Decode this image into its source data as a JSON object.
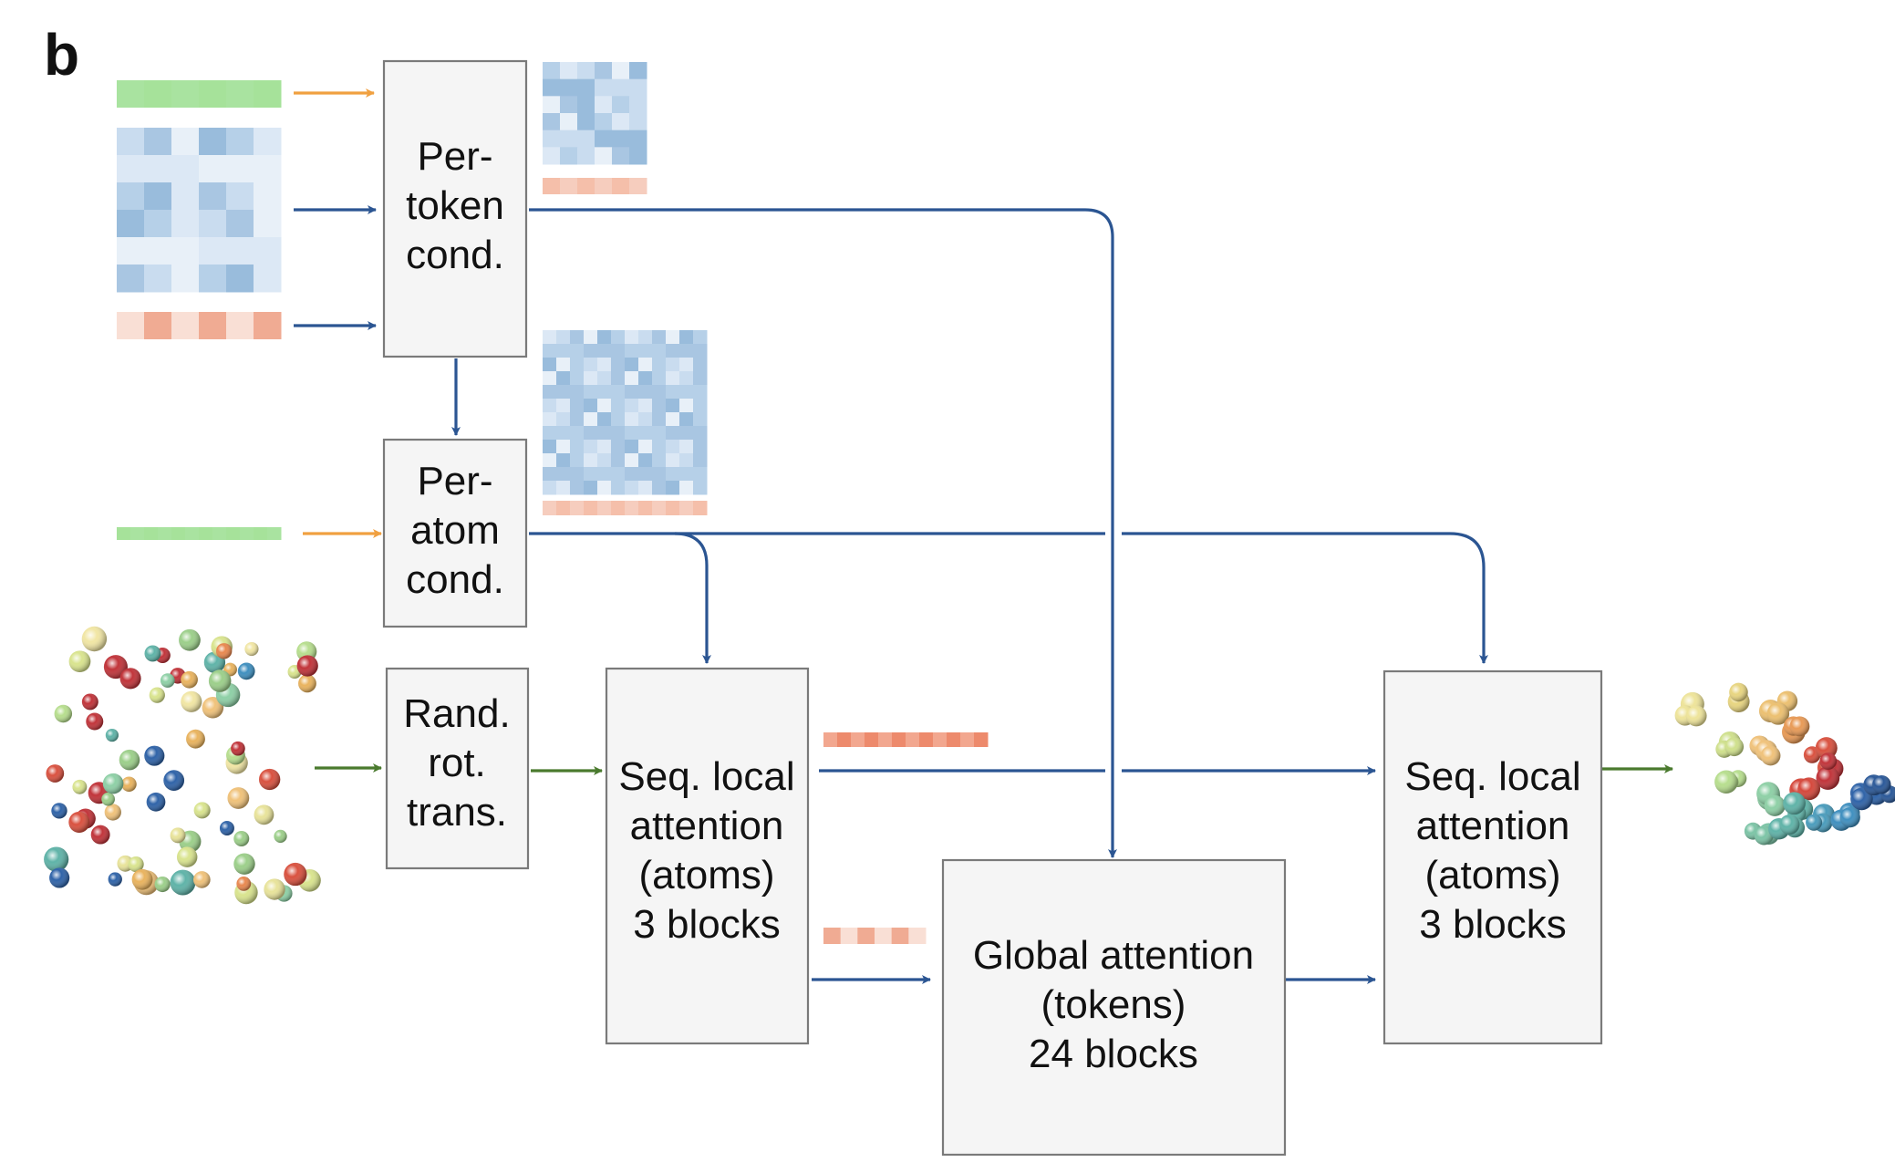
{
  "panel_label": "b",
  "boxes": {
    "per_token": [
      "Per-",
      "token",
      "cond."
    ],
    "per_atom": [
      "Per-",
      "atom",
      "cond."
    ],
    "rand_rot": [
      "Rand.",
      "rot.",
      "trans."
    ],
    "seq_local_1": [
      "Seq. local",
      "attention",
      "(atoms)",
      "3 blocks"
    ],
    "global": [
      "Global attention",
      "(tokens)",
      "24 blocks"
    ],
    "seq_local_2": [
      "Seq. local",
      "attention",
      "(atoms)",
      "3 blocks"
    ]
  },
  "colors": {
    "flow_blue": "#2b5592",
    "flow_orange": "#f0a040",
    "flow_green": "#4a7a2e",
    "box_fill": "#f5f5f5",
    "box_stroke": "#7a7a7a",
    "green_vector": [
      "#a9e3a0",
      "#cff1c7",
      "#e6f8e1",
      "#a6e29a",
      "#d6f3cf",
      "#c3edb9"
    ],
    "orange_vector": [
      "#f2a78f",
      "#f6cdbe",
      "#f9dfd5",
      "#ed8a6c",
      "#f5bfaa",
      "#f0ab93"
    ],
    "blue_matrix": [
      "#a9c6e2",
      "#c9dcef",
      "#dce8f5",
      "#b6d0e8",
      "#99bcdc",
      "#e8f0f8"
    ]
  }
}
